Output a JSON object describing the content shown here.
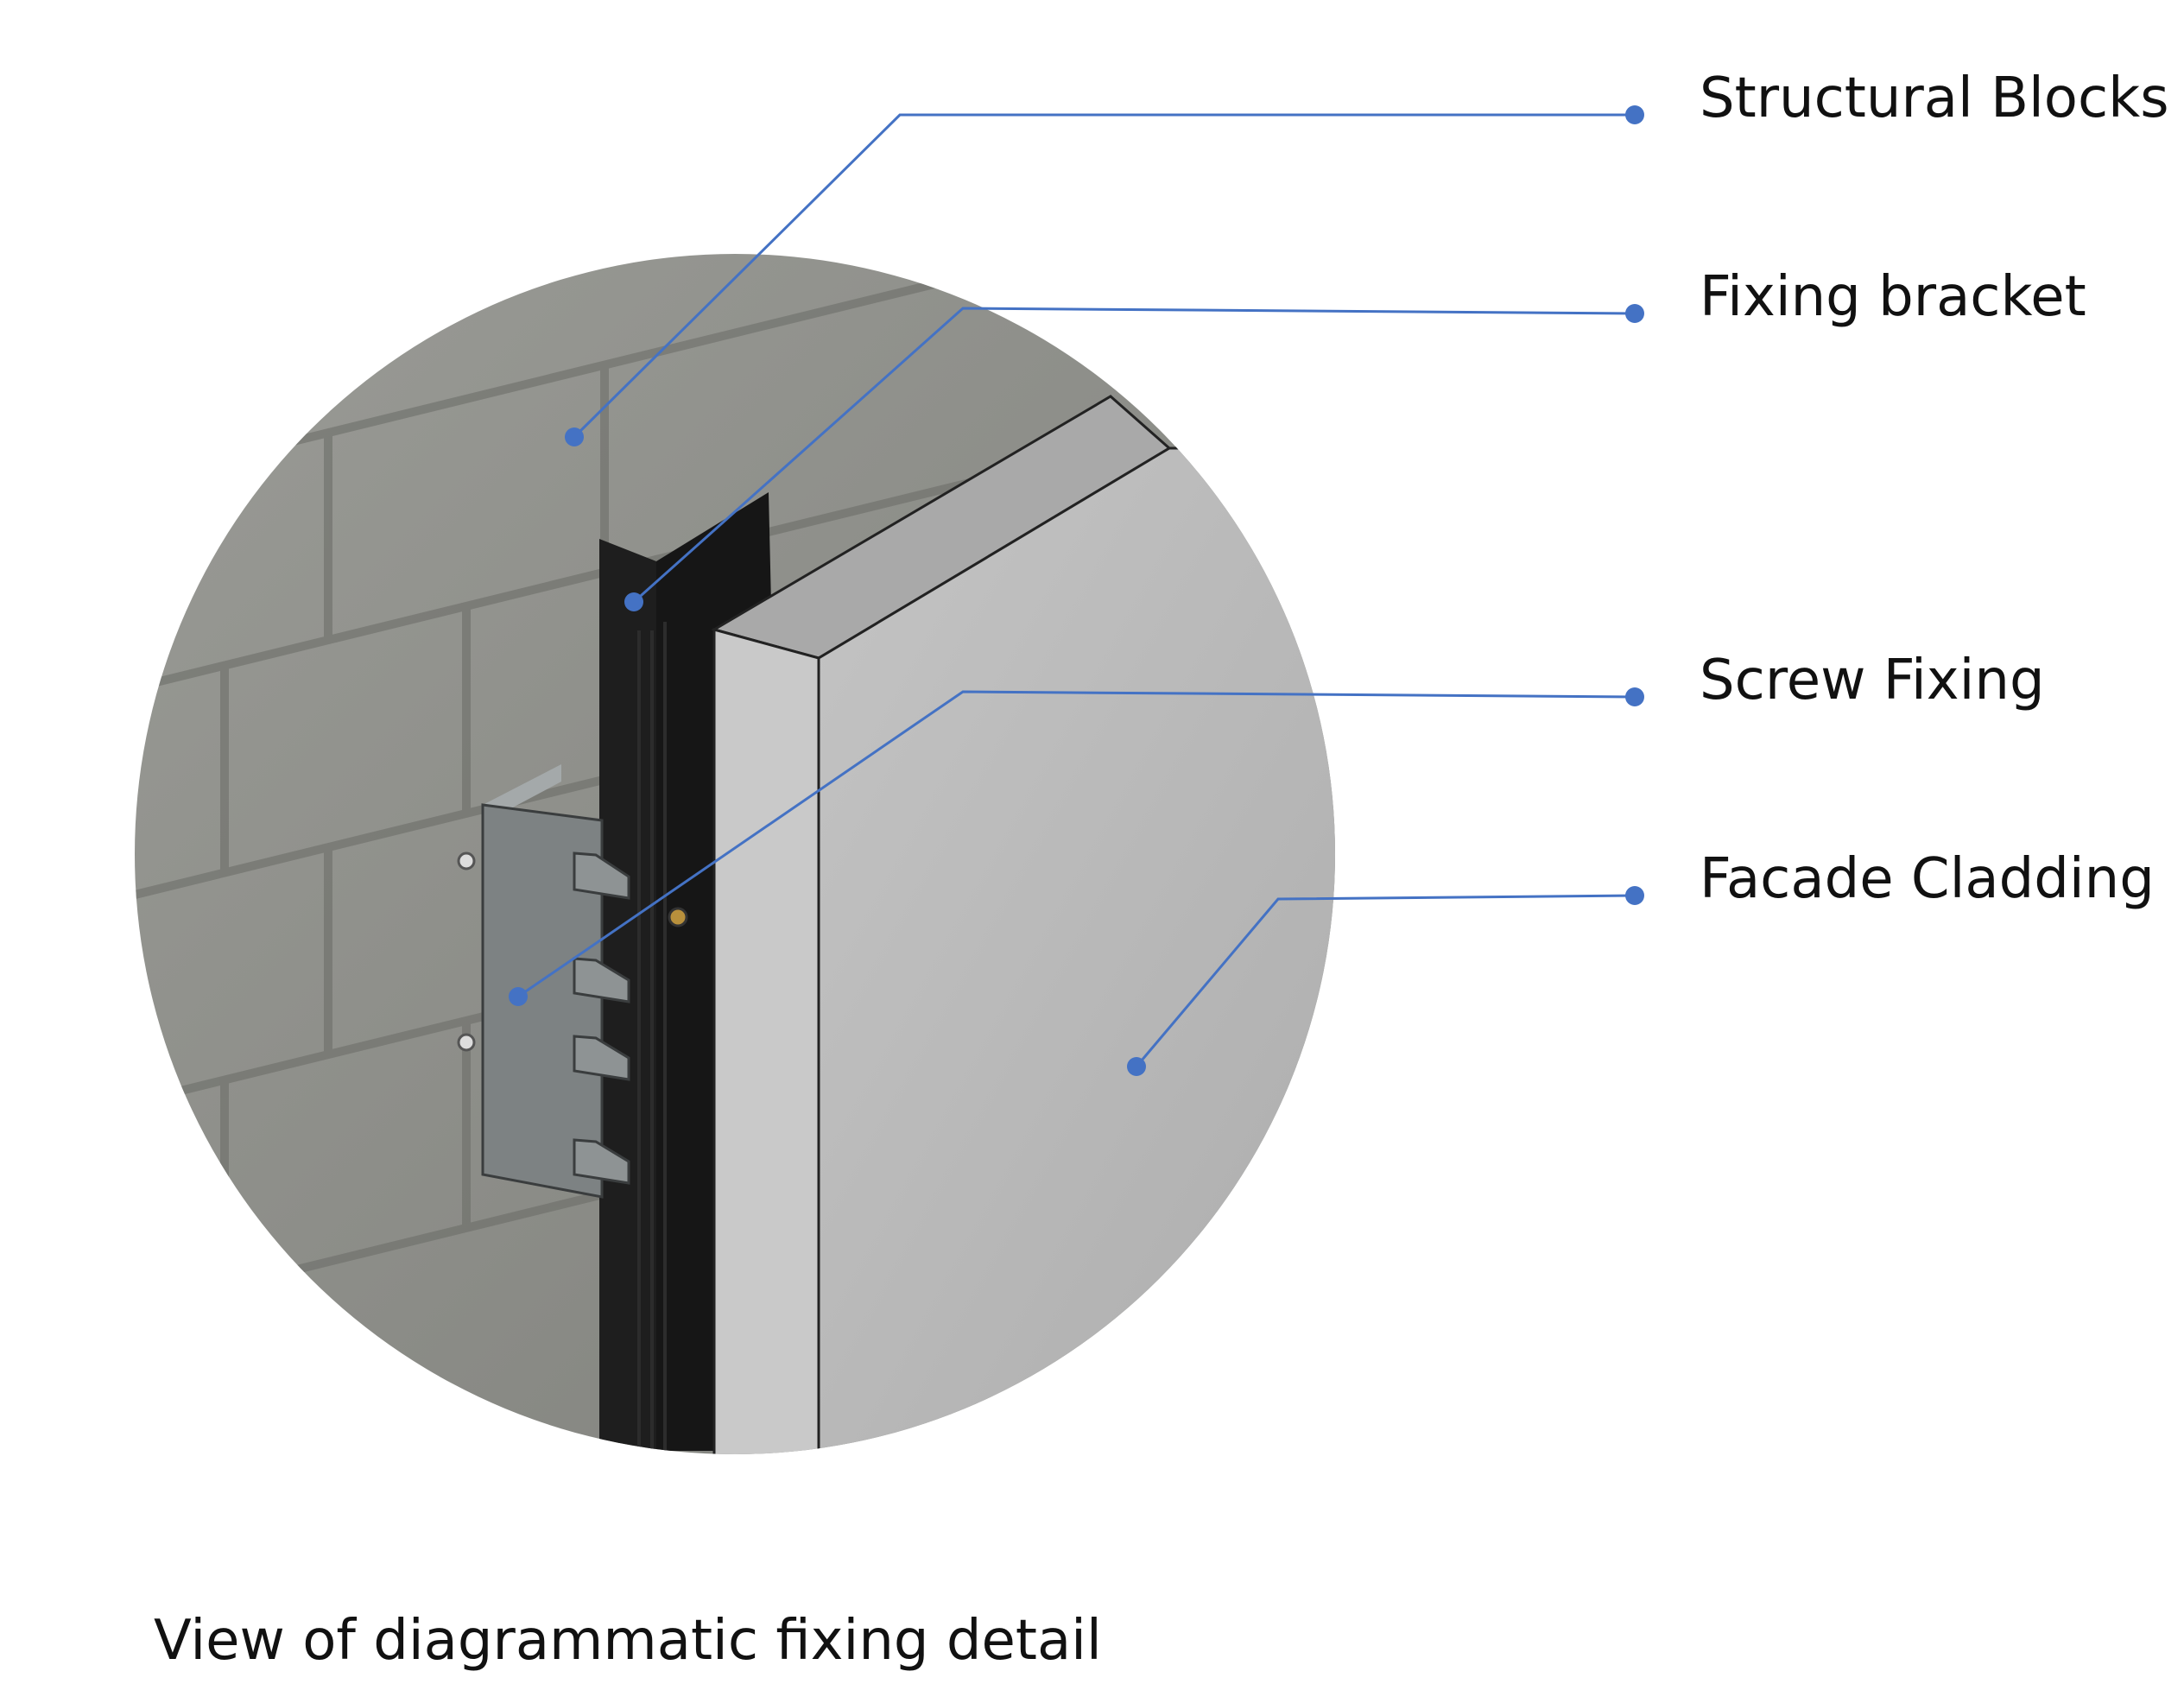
{
  "labels": {
    "structural_blocks": "Structural Blocks",
    "fixing_bracket": "Fixing bracket",
    "screw_fixing": "Screw Fixing",
    "facade_cladding": "Facade Cladding"
  },
  "caption": "View of diagrammatic fixing detail",
  "colors": {
    "leader": "#4472c4",
    "wall": "#8c8d88",
    "rail": "#1c1c1c",
    "panel": "#bdbdbd",
    "bracket": "#7d8283"
  }
}
